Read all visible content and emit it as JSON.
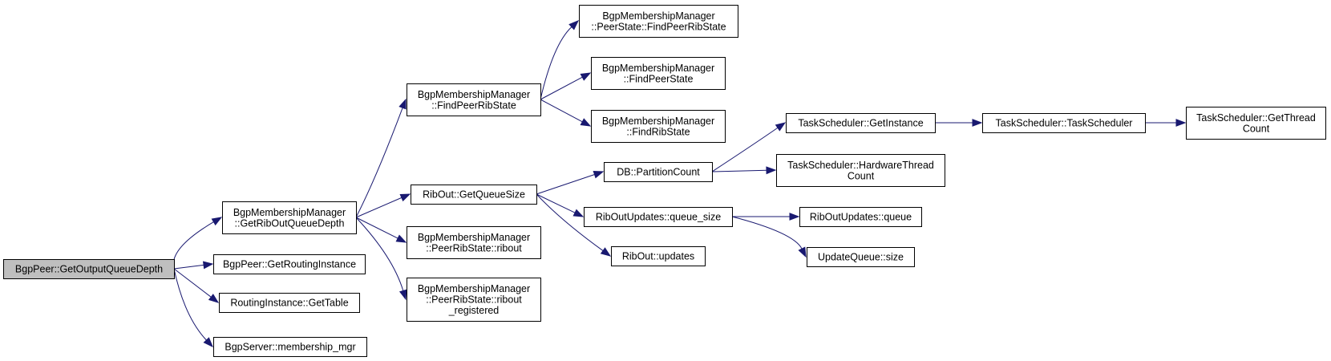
{
  "colors": {
    "edge": "#191970",
    "node_border": "#000000",
    "node_fill": "#ffffff",
    "root_fill": "#bfbfbf"
  },
  "nodes": {
    "root": [
      "BgpPeer::GetOutputQueueDepth"
    ],
    "get_rib_out_queue_depth": [
      "BgpMembershipManager",
      "::GetRibOutQueueDepth"
    ],
    "get_routing_instance": [
      "BgpPeer::GetRoutingInstance"
    ],
    "get_table": [
      "RoutingInstance::GetTable"
    ],
    "membership_mgr": [
      "BgpServer::membership_mgr"
    ],
    "find_peer_rib_state": [
      "BgpMembershipManager",
      "::FindPeerRibState"
    ],
    "get_queue_size": [
      "RibOut::GetQueueSize"
    ],
    "peer_rib_state_ribout": [
      "BgpMembershipManager",
      "::PeerRibState::ribout"
    ],
    "peer_rib_state_ribout_registered": [
      "BgpMembershipManager",
      "::PeerRibState::ribout",
      "_registered"
    ],
    "peer_state_find_peer_rib_state": [
      "BgpMembershipManager",
      "::PeerState::FindPeerRibState"
    ],
    "find_peer_state": [
      "BgpMembershipManager",
      "::FindPeerState"
    ],
    "find_rib_state": [
      "BgpMembershipManager",
      "::FindRibState"
    ],
    "partition_count": [
      "DB::PartitionCount"
    ],
    "queue_size": [
      "RibOutUpdates::queue_size"
    ],
    "updates": [
      "RibOut::updates"
    ],
    "get_instance": [
      "TaskScheduler::GetInstance"
    ],
    "hardware_thread_count": [
      "TaskScheduler::HardwareThread",
      "Count"
    ],
    "rib_out_updates_queue": [
      "RibOutUpdates::queue"
    ],
    "update_queue_size": [
      "UpdateQueue::size"
    ],
    "task_scheduler_ctor": [
      "TaskScheduler::TaskScheduler"
    ],
    "get_thread_count": [
      "TaskScheduler::GetThread",
      "Count"
    ]
  },
  "edges": [
    [
      "root",
      "get_rib_out_queue_depth"
    ],
    [
      "root",
      "get_routing_instance"
    ],
    [
      "root",
      "get_table"
    ],
    [
      "root",
      "membership_mgr"
    ],
    [
      "get_rib_out_queue_depth",
      "find_peer_rib_state"
    ],
    [
      "get_rib_out_queue_depth",
      "get_queue_size"
    ],
    [
      "get_rib_out_queue_depth",
      "peer_rib_state_ribout"
    ],
    [
      "get_rib_out_queue_depth",
      "peer_rib_state_ribout_registered"
    ],
    [
      "find_peer_rib_state",
      "peer_state_find_peer_rib_state"
    ],
    [
      "find_peer_rib_state",
      "find_peer_state"
    ],
    [
      "find_peer_rib_state",
      "find_rib_state"
    ],
    [
      "get_queue_size",
      "partition_count"
    ],
    [
      "get_queue_size",
      "queue_size"
    ],
    [
      "get_queue_size",
      "updates"
    ],
    [
      "partition_count",
      "get_instance"
    ],
    [
      "partition_count",
      "hardware_thread_count"
    ],
    [
      "queue_size",
      "rib_out_updates_queue"
    ],
    [
      "queue_size",
      "update_queue_size"
    ],
    [
      "get_instance",
      "task_scheduler_ctor"
    ],
    [
      "task_scheduler_ctor",
      "get_thread_count"
    ]
  ]
}
